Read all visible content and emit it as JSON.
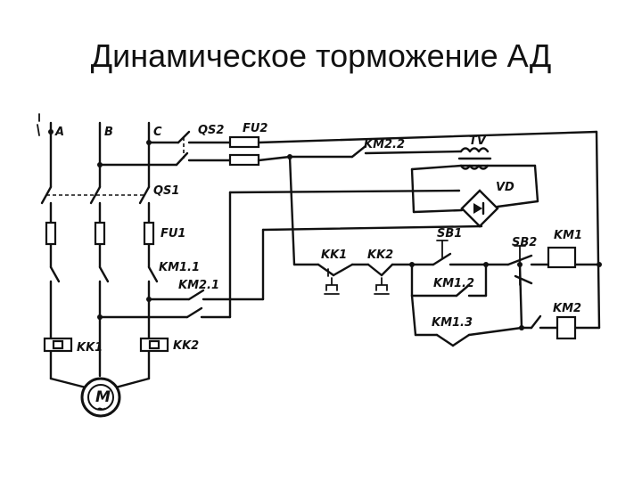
{
  "title": "Динамическое торможение АД",
  "labels": {
    "phase_a": "A",
    "phase_b": "B",
    "phase_c": "C",
    "qs2": "QS2",
    "fu2": "FU2",
    "km2_2": "KM2.2",
    "tv": "TV",
    "vd": "VD",
    "qs1": "QS1",
    "fu1": "FU1",
    "kk1_contact": "KK1",
    "kk2_contact": "KK2",
    "sb1": "SB1",
    "sb2": "SB2",
    "km1_coil": "KM1",
    "km1_1": "KM1.1",
    "km2_1": "KM2.1",
    "km1_2": "KM1.2",
    "km2_coil": "KM2",
    "km1_3": "KM1.3",
    "kk1_relay": "KK1",
    "kk2_relay": "KK2",
    "motor": "M",
    "motor_ac": "~"
  }
}
